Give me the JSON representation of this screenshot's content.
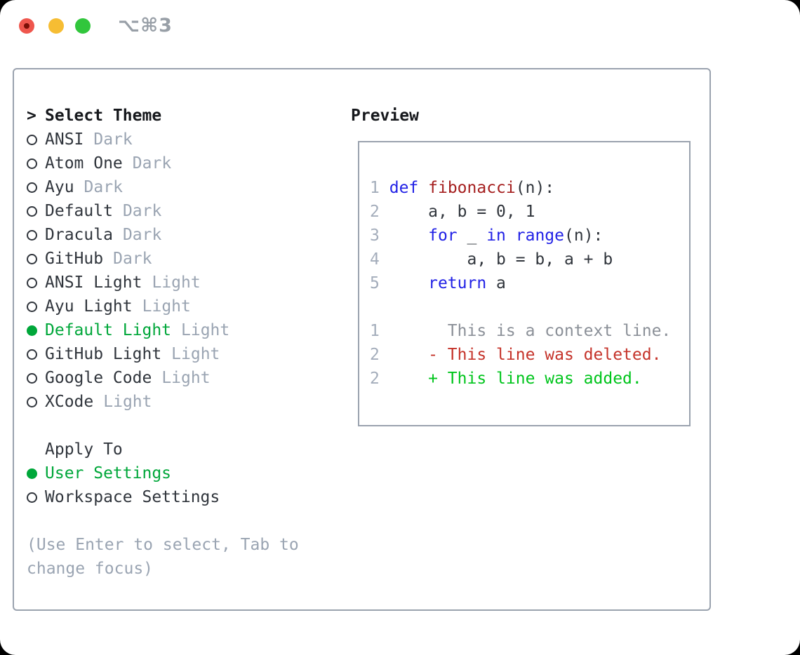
{
  "colors": {
    "border": "#9aa2ae",
    "textDark": "#30353c",
    "textBold": "#16181c",
    "gray": "#9aa4b2",
    "lnum": "#a4adbb",
    "ctx": "#8b9098",
    "kw": "#2222e6",
    "fn": "#a51f1f",
    "del": "#c5332a",
    "add": "#00c51c",
    "greenSel": "#00a73a",
    "titleGray": "#989fa7",
    "lightRed": "#ef564d",
    "lightRedDot": "#7b0f06",
    "lightYellow": "#f6bd33",
    "lightGreen": "#31c63c"
  },
  "window": {
    "title": "⌥⌘3"
  },
  "theme_picker": {
    "cursor": ">",
    "heading": "Select Theme",
    "items": [
      {
        "label": "ANSI",
        "badge": "Dark",
        "selected": false
      },
      {
        "label": "Atom One",
        "badge": "Dark",
        "selected": false
      },
      {
        "label": "Ayu",
        "badge": "Dark",
        "selected": false
      },
      {
        "label": "Default",
        "badge": "Dark",
        "selected": false
      },
      {
        "label": "Dracula",
        "badge": "Dark",
        "selected": false
      },
      {
        "label": "GitHub",
        "badge": "Dark",
        "selected": false
      },
      {
        "label": "ANSI Light",
        "badge": "Light",
        "selected": false
      },
      {
        "label": "Ayu Light",
        "badge": "Light",
        "selected": false
      },
      {
        "label": "Default Light",
        "badge": "Light",
        "selected": true
      },
      {
        "label": "GitHub Light",
        "badge": "Light",
        "selected": false
      },
      {
        "label": "Google Code",
        "badge": "Light",
        "selected": false
      },
      {
        "label": "XCode",
        "badge": "Light",
        "selected": false
      }
    ]
  },
  "apply_to": {
    "heading": "Apply To",
    "options": [
      {
        "label": "User Settings",
        "selected": true
      },
      {
        "label": "Workspace Settings",
        "selected": false
      }
    ]
  },
  "hint": {
    "text": "(Use Enter to select, Tab to change focus)"
  },
  "preview": {
    "heading": "Preview",
    "lines": [
      [
        {
          "t": "1",
          "c": "lnum"
        },
        {
          "t": " ",
          "c": ""
        },
        {
          "t": "def",
          "c": "kw"
        },
        {
          "t": " ",
          "c": ""
        },
        {
          "t": "fibonacci",
          "c": "fn"
        },
        {
          "t": "(n):",
          "c": ""
        }
      ],
      [
        {
          "t": "2",
          "c": "lnum"
        },
        {
          "t": "     a, b = 0, 1",
          "c": ""
        }
      ],
      [
        {
          "t": "3",
          "c": "lnum"
        },
        {
          "t": "     ",
          "c": ""
        },
        {
          "t": "for",
          "c": "kw"
        },
        {
          "t": " _ ",
          "c": ""
        },
        {
          "t": "in",
          "c": "kw"
        },
        {
          "t": " ",
          "c": ""
        },
        {
          "t": "range",
          "c": "kw"
        },
        {
          "t": "(n):",
          "c": ""
        }
      ],
      [
        {
          "t": "4",
          "c": "lnum"
        },
        {
          "t": "         a, b = b, a + b",
          "c": ""
        }
      ],
      [
        {
          "t": "5",
          "c": "lnum"
        },
        {
          "t": "     ",
          "c": ""
        },
        {
          "t": "return",
          "c": "kw"
        },
        {
          "t": " a",
          "c": ""
        }
      ],
      [],
      [
        {
          "t": "1",
          "c": "lnum"
        },
        {
          "t": "       ",
          "c": ""
        },
        {
          "t": "This is a context line.",
          "c": "ctx"
        }
      ],
      [
        {
          "t": "2",
          "c": "lnum"
        },
        {
          "t": "     ",
          "c": ""
        },
        {
          "t": "- This line was deleted.",
          "c": "del"
        }
      ],
      [
        {
          "t": "2",
          "c": "lnum"
        },
        {
          "t": "     ",
          "c": ""
        },
        {
          "t": "+ This line was added.",
          "c": "add"
        }
      ]
    ]
  }
}
